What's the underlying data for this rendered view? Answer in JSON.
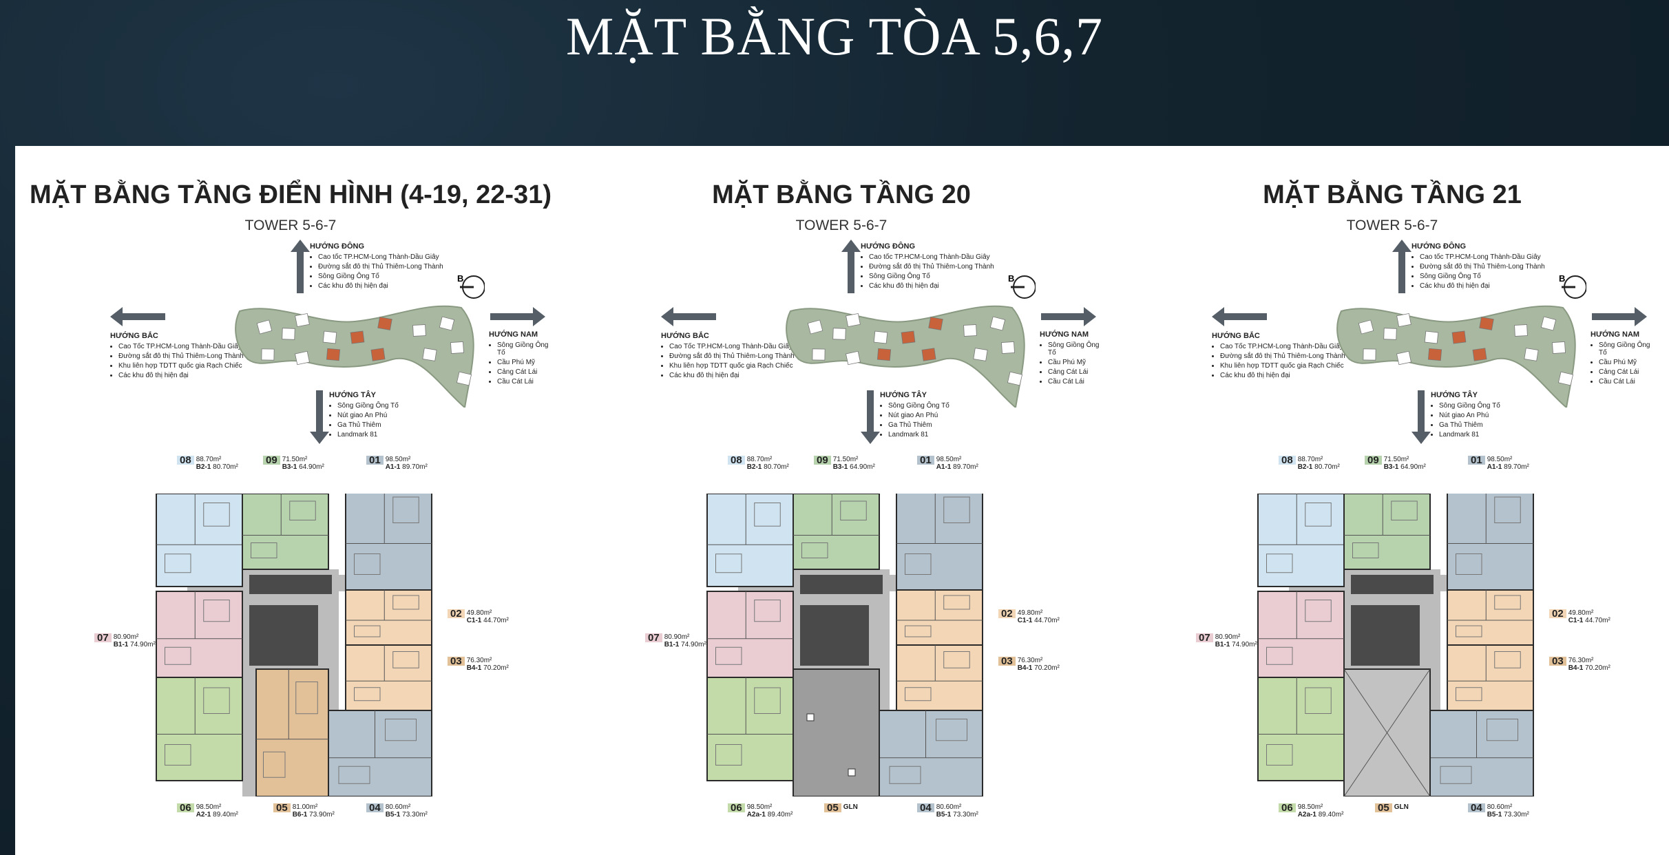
{
  "page_title": "MẶT BẰNG TÒA 5,6,7",
  "colors": {
    "unit_blue_light": "#cfe3f0",
    "unit_green": "#b6d3ad",
    "unit_slate": "#b3c2cc",
    "unit_pink": "#e9cdd3",
    "unit_orange": "#f3d6b5",
    "unit_tan": "#e2c199",
    "unit_green2": "#c3dba9",
    "corridor": "#bcbcbc",
    "core": "#4a4a4a"
  },
  "panels": [
    {
      "title": "MẶT BẰNG TẦNG ĐIỂN HÌNH (4-19, 22-31)",
      "subtitle": "TOWER 5-6-7",
      "variant": "typical",
      "dir_east": {
        "head": "HƯỚNG ĐÔNG",
        "items": [
          "Cao tốc TP.HCM-Long Thành-Dầu Giây",
          "Đường sắt đô thị Thủ Thiêm-Long Thành",
          "Sông Giồng Ông Tố",
          "Các khu đô thị hiện đại"
        ]
      },
      "dir_north": {
        "head": "HƯỚNG BẮC",
        "items": [
          "Cao Tốc TP.HCM-Long Thành-Dầu Giây",
          "Đường sắt đô thị Thủ Thiêm-Long Thành",
          "Khu liên hợp TDTT quốc gia Rạch Chiếc",
          "Các khu đô thị hiện đại"
        ]
      },
      "dir_south": {
        "head": "HƯỚNG NAM",
        "items": [
          "Sông Giồng Ông Tố",
          "Cầu Phú Mỹ",
          "Cảng Cát Lái",
          "Cầu Cát Lái"
        ]
      },
      "dir_west": {
        "head": "HƯỚNG TÂY",
        "items": [
          "Sông Giồng Ông Tố",
          "Nút giao An Phú",
          "Ga Thủ Thiêm",
          "Landmark 81"
        ]
      },
      "compass": "B",
      "units": {
        "u08": {
          "num": "08",
          "code": "B2-1",
          "a1": "88.70m²",
          "a2": "80.70m²"
        },
        "u09": {
          "num": "09",
          "code": "B3-1",
          "a1": "71.50m²",
          "a2": "64.90m²"
        },
        "u01": {
          "num": "01",
          "code": "A1-1",
          "a1": "98.50m²",
          "a2": "89.70m²"
        },
        "u07": {
          "num": "07",
          "code": "B1-1",
          "a1": "80.90m²",
          "a2": "74.90m²"
        },
        "u02": {
          "num": "02",
          "code": "C1-1",
          "a1": "49.80m²",
          "a2": "44.70m²"
        },
        "u03": {
          "num": "03",
          "code": "B4-1",
          "a1": "76.30m²",
          "a2": "70.20m²"
        },
        "u06": {
          "num": "06",
          "code": "A2-1",
          "a1": "98.50m²",
          "a2": "89.40m²"
        },
        "u05": {
          "num": "05",
          "code": "B6-1",
          "a1": "81.00m²",
          "a2": "73.90m²"
        },
        "u04": {
          "num": "04",
          "code": "B5-1",
          "a1": "80.60m²",
          "a2": "73.30m²"
        }
      }
    },
    {
      "title": "MẶT BẰNG TẦNG 20",
      "subtitle": "TOWER 5-6-7",
      "variant": "floor20",
      "dir_east": {
        "head": "HƯỚNG ĐÔNG",
        "items": [
          "Cao tốc TP.HCM-Long Thành-Dầu Giây",
          "Đường sắt đô thị Thủ Thiêm-Long Thành",
          "Sông Giồng Ông Tố",
          "Các khu đô thị hiện đại"
        ]
      },
      "dir_north": {
        "head": "HƯỚNG BẮC",
        "items": [
          "Cao Tốc TP.HCM-Long Thành-Dầu Giây",
          "Đường sắt đô thị Thủ Thiêm-Long Thành",
          "Khu liên hợp TDTT quốc gia Rạch Chiếc",
          "Các khu đô thị hiện đại"
        ]
      },
      "dir_south": {
        "head": "HƯỚNG NAM",
        "items": [
          "Sông Giồng Ông Tố",
          "Cầu Phú Mỹ",
          "Cảng Cát Lái",
          "Cầu Cát Lái"
        ]
      },
      "dir_west": {
        "head": "HƯỚNG TÂY",
        "items": [
          "Sông Giồng Ông Tố",
          "Nút giao An Phú",
          "Ga Thủ Thiêm",
          "Landmark 81"
        ]
      },
      "compass": "B",
      "units": {
        "u08": {
          "num": "08",
          "code": "B2-1",
          "a1": "88.70m²",
          "a2": "80.70m²"
        },
        "u09": {
          "num": "09",
          "code": "B3-1",
          "a1": "71.50m²",
          "a2": "64.90m²"
        },
        "u01": {
          "num": "01",
          "code": "A1-1",
          "a1": "98.50m²",
          "a2": "89.70m²"
        },
        "u07": {
          "num": "07",
          "code": "B1-1",
          "a1": "80.90m²",
          "a2": "74.90m²"
        },
        "u02": {
          "num": "02",
          "code": "C1-1",
          "a1": "49.80m²",
          "a2": "44.70m²"
        },
        "u03": {
          "num": "03",
          "code": "B4-1",
          "a1": "76.30m²",
          "a2": "70.20m²"
        },
        "u06": {
          "num": "06",
          "code": "A2a-1",
          "a1": "98.50m²",
          "a2": "89.40m²"
        },
        "u05": {
          "num": "05",
          "code": "GLN",
          "a1": "",
          "a2": ""
        },
        "u04": {
          "num": "04",
          "code": "B5-1",
          "a1": "80.60m²",
          "a2": "73.30m²"
        }
      }
    },
    {
      "title": "MẶT BẰNG TẦNG 21",
      "subtitle": "TOWER 5-6-7",
      "variant": "floor21",
      "dir_east": {
        "head": "HƯỚNG ĐÔNG",
        "items": [
          "Cao tốc TP.HCM-Long Thành-Dầu Giây",
          "Đường sắt đô thị Thủ Thiêm-Long Thành",
          "Sông Giồng Ông Tố",
          "Các khu đô thị hiện đại"
        ]
      },
      "dir_north": {
        "head": "HƯỚNG BẮC",
        "items": [
          "Cao Tốc TP.HCM-Long Thành-Dầu Giây",
          "Đường sắt đô thị Thủ Thiêm-Long Thành",
          "Khu liên hợp TDTT quốc gia Rạch Chiếc",
          "Các khu đô thị hiện đại"
        ]
      },
      "dir_south": {
        "head": "HƯỚNG NAM",
        "items": [
          "Sông Giồng Ông Tố",
          "Cầu Phú Mỹ",
          "Cảng Cát Lái",
          "Cầu Cát Lái"
        ]
      },
      "dir_west": {
        "head": "HƯỚNG TÂY",
        "items": [
          "Sông Giồng Ông Tố",
          "Nút giao An Phú",
          "Ga Thủ Thiêm",
          "Landmark 81"
        ]
      },
      "compass": "B",
      "units": {
        "u08": {
          "num": "08",
          "code": "B2-1",
          "a1": "88.70m²",
          "a2": "80.70m²"
        },
        "u09": {
          "num": "09",
          "code": "B3-1",
          "a1": "71.50m²",
          "a2": "64.90m²"
        },
        "u01": {
          "num": "01",
          "code": "A1-1",
          "a1": "98.50m²",
          "a2": "89.70m²"
        },
        "u07": {
          "num": "07",
          "code": "B1-1",
          "a1": "80.90m²",
          "a2": "74.90m²"
        },
        "u02": {
          "num": "02",
          "code": "C1-1",
          "a1": "49.80m²",
          "a2": "44.70m²"
        },
        "u03": {
          "num": "03",
          "code": "B4-1",
          "a1": "76.30m²",
          "a2": "70.20m²"
        },
        "u06": {
          "num": "06",
          "code": "A2a-1",
          "a1": "98.50m²",
          "a2": "89.40m²"
        },
        "u05": {
          "num": "05",
          "code": "GLN",
          "a1": "",
          "a2": ""
        },
        "u04": {
          "num": "04",
          "code": "B5-1",
          "a1": "80.60m²",
          "a2": "73.30m²"
        }
      }
    }
  ]
}
